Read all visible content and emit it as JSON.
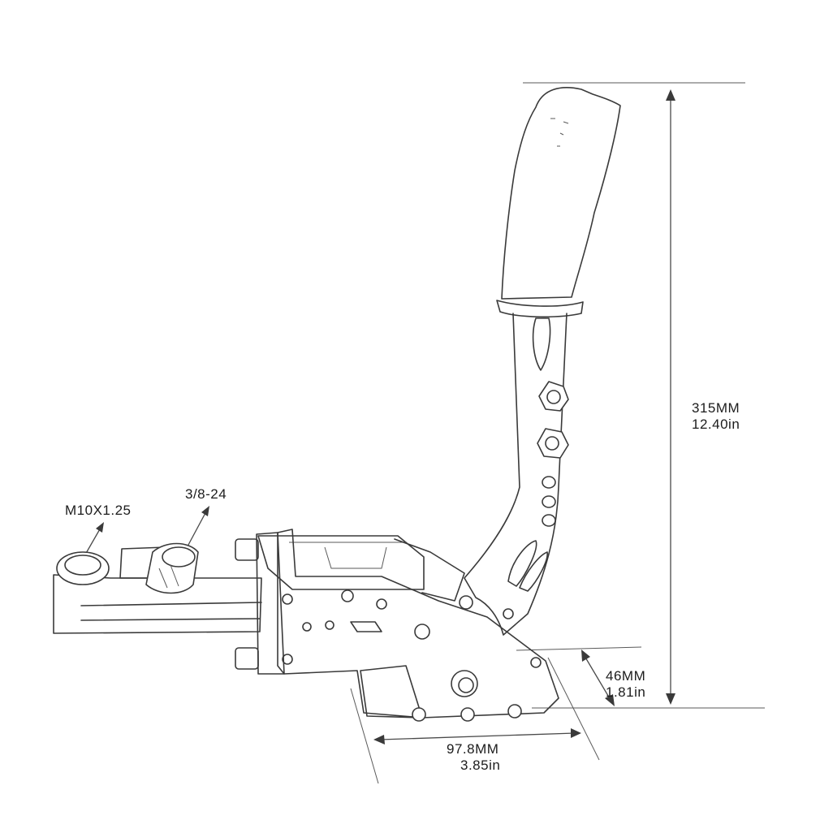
{
  "dimensions": {
    "height": {
      "mm": "315MM",
      "inch": "12.40in"
    },
    "depth": {
      "mm": "46MM",
      "inch": "1.81in"
    },
    "length": {
      "mm": "97.8MM",
      "inch": "3.85in"
    }
  },
  "callouts": {
    "inlet_thread": "M10X1.25",
    "outlet_thread": "3/8-24"
  }
}
